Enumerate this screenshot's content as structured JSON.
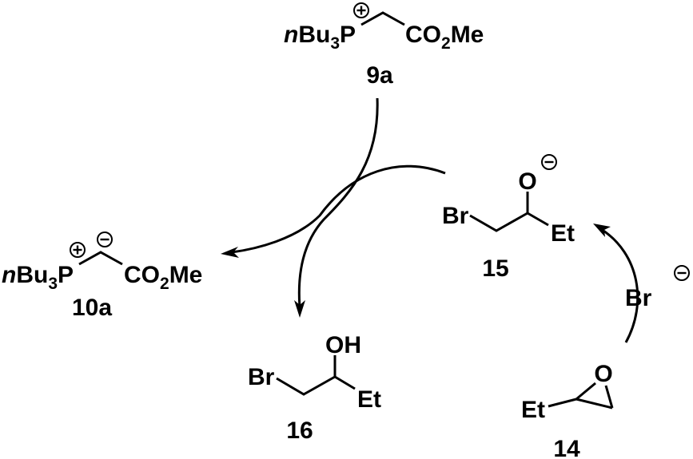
{
  "scheme": {
    "type": "reaction-mechanism",
    "description": "Catalytic cycle: phosphonium ylide generation via epoxide ring opening by bromide",
    "compounds": [
      {
        "id": "9a",
        "label": "9a",
        "substituent": "nBu",
        "prefix_italic": "n",
        "prefix_rest": "Bu",
        "sub_count": "3",
        "heteroatom": "P",
        "charge_on_P": "+",
        "ester": {
          "c": "CO",
          "sub": "2",
          "me": "Me"
        }
      },
      {
        "id": "10a",
        "label": "10a",
        "prefix_italic": "n",
        "prefix_rest": "Bu",
        "sub_count": "3",
        "heteroatom": "P",
        "charge_on_P": "+",
        "charge_on_C": "−",
        "ester": {
          "c": "CO",
          "sub": "2",
          "me": "Me"
        }
      },
      {
        "id": "15",
        "label": "15",
        "halogen": "Br",
        "oxygen": "O",
        "charge_on_O": "−",
        "alkyl": "Et"
      },
      {
        "id": "16",
        "label": "16",
        "halogen": "Br",
        "hydroxyl": "OH",
        "alkyl": "Et"
      },
      {
        "id": "14",
        "label": "14",
        "alkyl": "Et",
        "ring_oxygen": "O"
      }
    ],
    "reagents": {
      "bromide": {
        "text": "Br",
        "charge": "−"
      }
    },
    "arrows": [
      {
        "from": "9a",
        "to": "16",
        "style": "curved"
      },
      {
        "from": "15",
        "to": "10a",
        "style": "curved"
      },
      {
        "from": "14",
        "to": "15",
        "style": "curved",
        "reagent": "Br−"
      }
    ],
    "colors": {
      "ink": "#000000",
      "background": "#ffffff"
    }
  }
}
